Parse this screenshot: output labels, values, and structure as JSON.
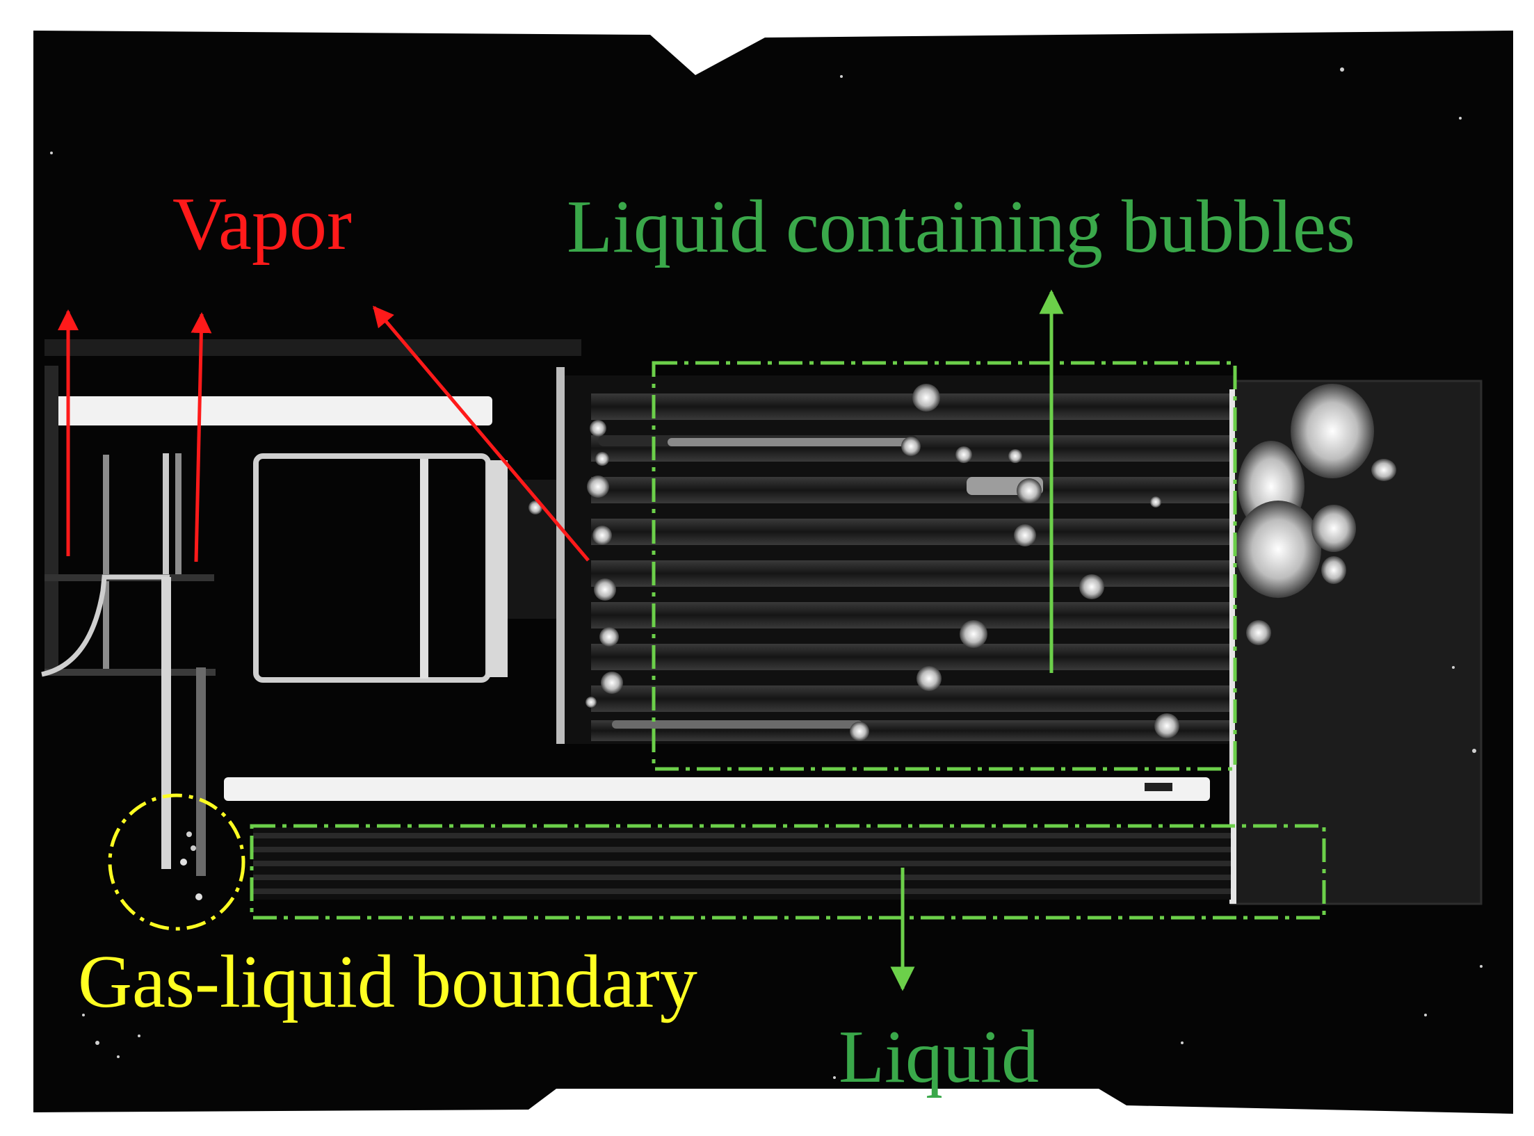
{
  "labels": {
    "vapor": "Vapor",
    "liquid_containing_bubbles": "Liquid containing bubbles",
    "gas_liquid_boundary": "Gas-liquid boundary",
    "liquid": "Liquid"
  },
  "colors": {
    "vapor": "#ff1a1a",
    "liquid": "#3aa84a",
    "green_marks": "#6cd04a",
    "boundary": "#ffff22",
    "photo_background": "#050505",
    "channel_highlight": "#f2f2f2"
  }
}
